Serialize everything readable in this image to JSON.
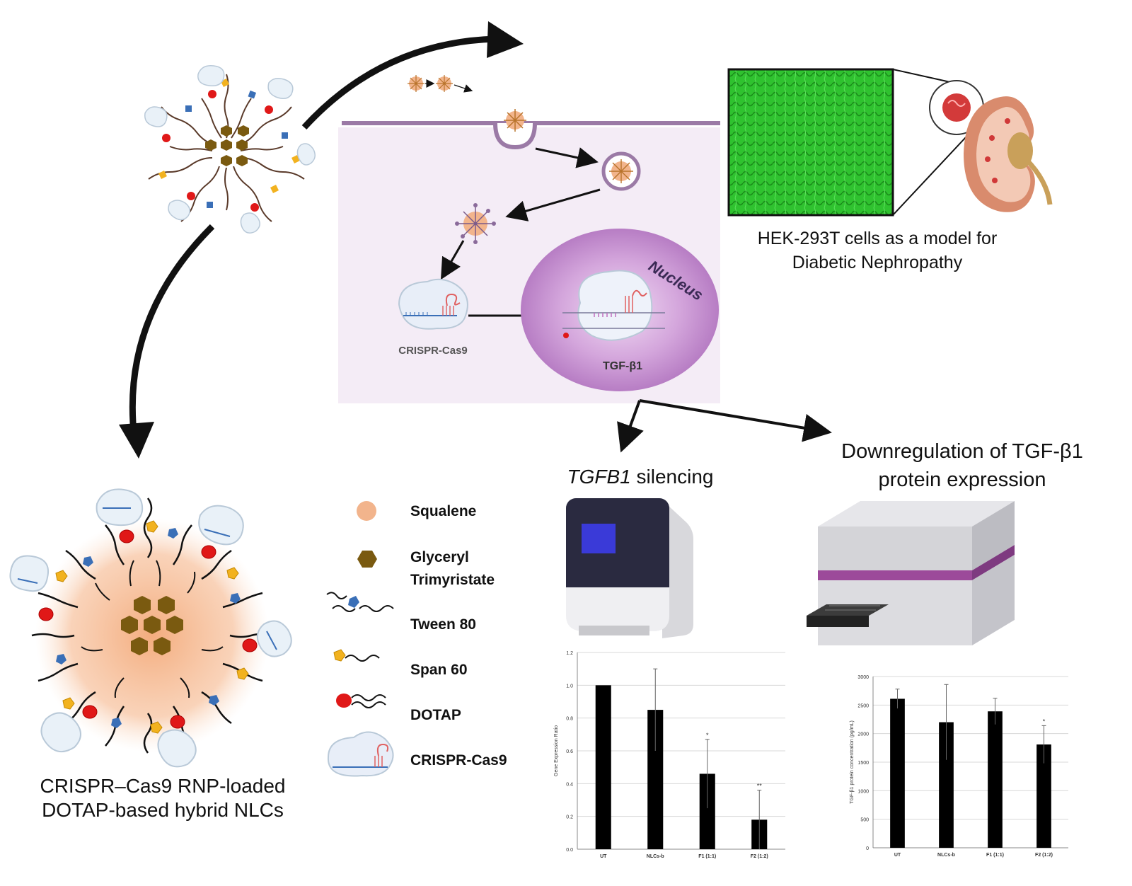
{
  "colors": {
    "squalene": "#f2b48c",
    "glyceryl": "#7a5a10",
    "tween": "#3a6fb7",
    "span": "#f2b21f",
    "dotap": "#e01818",
    "membrane": "#9b7aa6",
    "cell_bg": "#f4ecf6",
    "nucleus": "#c28fd0",
    "cell_image": "#2ecc2e",
    "kidney": "#d98b6d"
  },
  "cell_panel": {
    "crispr_label": "CRISPR-Cas9",
    "nucleus_label": "Nucleus",
    "target_label": "TGF-β1"
  },
  "model": {
    "caption_line1": "HEK-293T cells as a model for",
    "caption_line2": "Diabetic Nephropathy"
  },
  "nlc": {
    "caption_line1": "CRISPR–Cas9 RNP-loaded",
    "caption_line2": "DOTAP-based hybrid NLCs"
  },
  "legend": {
    "items": [
      {
        "label": "Squalene",
        "icon": "squalene-circle-icon"
      },
      {
        "label": "Glyceryl Trimyristate",
        "line1": "Glyceryl",
        "line2": "Trimyristate",
        "icon": "hexagon-icon"
      },
      {
        "label": "Tween 80",
        "icon": "tween-surfactant-icon"
      },
      {
        "label": "Span 60",
        "icon": "span-surfactant-icon"
      },
      {
        "label": "DOTAP",
        "icon": "dotap-lipid-icon"
      },
      {
        "label": "CRISPR-Cas9",
        "icon": "crispr-cas9-icon"
      }
    ]
  },
  "silencing": {
    "title_italic": "TGFB1",
    "title_rest": " silencing"
  },
  "protein": {
    "title_line1": "Downregulation of TGF-β1",
    "title_line2": "protein expression"
  },
  "chart_data": [
    {
      "type": "bar",
      "categories": [
        "UT",
        "NLCs-b",
        "F1 (1:1)",
        "F2 (1:2)"
      ],
      "values": [
        1.0,
        0.85,
        0.46,
        0.18
      ],
      "errors": [
        0.0,
        0.25,
        0.21,
        0.18
      ],
      "significance": [
        "",
        "",
        "*",
        "**"
      ],
      "ylabel": "Gene Expression Ratio",
      "ylim": [
        0,
        1.2
      ],
      "yticks": [
        "0.0",
        "0.2",
        "0.4",
        "0.6",
        "0.8",
        "1.0",
        "1.2"
      ],
      "grid": true
    },
    {
      "type": "bar",
      "categories": [
        "UT",
        "NLCs-b",
        "F1 (1:1)",
        "F2 (1:2)"
      ],
      "values": [
        2610,
        2200,
        2390,
        1810
      ],
      "errors": [
        170,
        660,
        230,
        330
      ],
      "significance": [
        "",
        "",
        "",
        "*"
      ],
      "ylabel": "TGF-β1 protein concentration (pg/mL)",
      "ylim": [
        0,
        3000
      ],
      "yticks": [
        "0",
        "500",
        "1000",
        "1500",
        "2000",
        "2500",
        "3000"
      ],
      "grid": true
    }
  ]
}
